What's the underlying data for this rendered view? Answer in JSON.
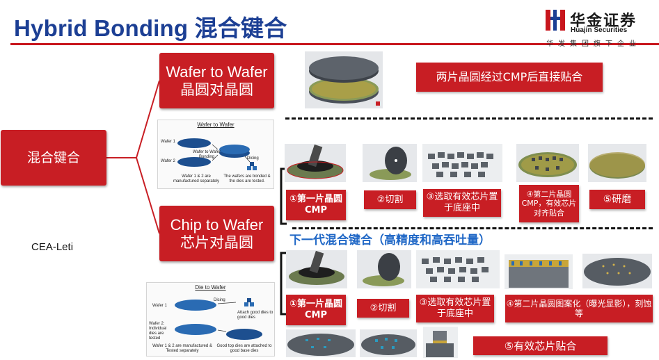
{
  "header": {
    "title": "Hybrid Bonding 混合键合",
    "accent_color": "#c8161d",
    "title_color": "#1c3f94"
  },
  "logo": {
    "name_cn": "华金证券",
    "name_en": "Huajin Securities",
    "tagline": "华发集团旗下企业",
    "icon": "huajin-logo-icon"
  },
  "diagram": {
    "root": "混合键合",
    "branch_w2w": {
      "en": "Wafer to Wafer",
      "cn": "晶圆对晶圆"
    },
    "branch_c2w": {
      "en": "Chip to Wafer",
      "cn": "芯片对晶圆"
    },
    "w2w_description": "两片晶圆经过CMP后直接贴合",
    "source_note": "CEA-Leti",
    "next_gen_heading": "下一代混合键合（高精度和高吞吐量）"
  },
  "steps_current": [
    {
      "label": "①第一片晶圆CMP"
    },
    {
      "label": "②切割"
    },
    {
      "label": "③选取有效芯片置于底座中"
    },
    {
      "label": "④第二片晶圆CMP，有效芯片对齐贴合"
    },
    {
      "label": "⑤研磨"
    }
  ],
  "steps_next": [
    {
      "label": "①第一片晶圆CMP"
    },
    {
      "label": "②切割"
    },
    {
      "label": "③选取有效芯片置于底座中"
    },
    {
      "label": "④第二片晶圆图案化（曝光显影），刻蚀等"
    },
    {
      "label": "⑤有效芯片贴合"
    }
  ],
  "panel_w2w": {
    "title": "Wafer to Wafer",
    "wafer1": "Wafer 1",
    "wafer2": "Wafer 2",
    "bonding": "Wafer to Wafer Bonding",
    "dicing": "Dicing",
    "note_left": "Wafer 1 & 2 are manufactured separately",
    "note_right": "The wafers are bonded & the dies are tested."
  },
  "panel_d2w": {
    "title": "Die to Wafer",
    "wafer1": "Wafer 1",
    "wafer2": "Wafer 2: Individual dies are tested",
    "dicing": "Dicing",
    "attach": "Attach good dies to good dies",
    "note_left": "Wafer 1 & 2 are manufactured & Tested separately",
    "note_right": "Good top dies are attached to good base dies"
  },
  "colors": {
    "box_red": "#c81e24",
    "next_gen_blue": "#1f67c6",
    "wafer_gray": "#5b6168",
    "chip_blue": "#2a6bb3"
  }
}
